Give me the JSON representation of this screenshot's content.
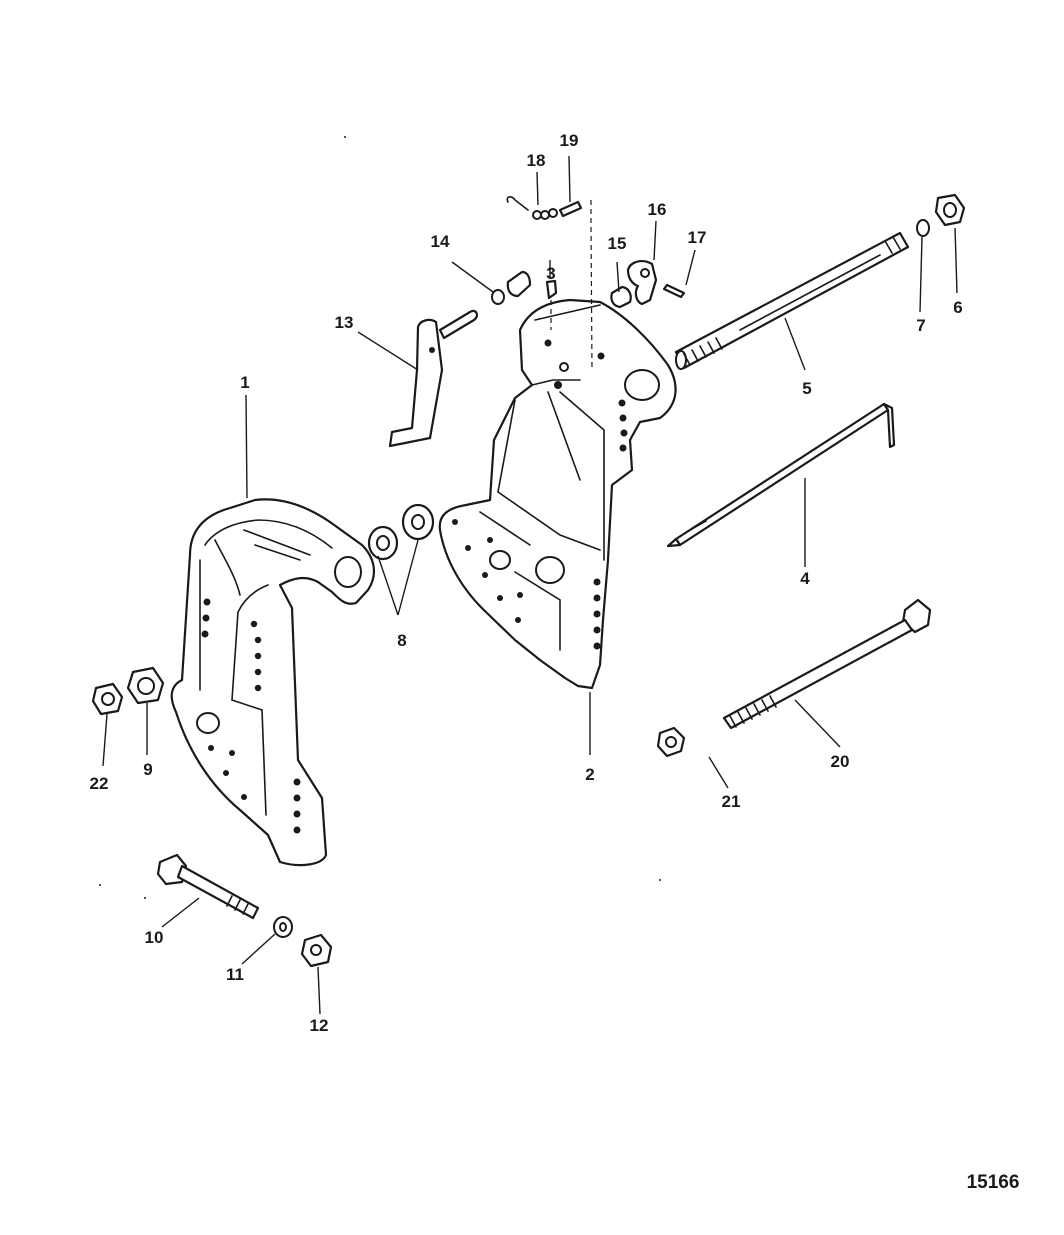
{
  "diagram": {
    "drawing_number": "15166",
    "callouts": [
      "1",
      "2",
      "3",
      "4",
      "5",
      "6",
      "7",
      "8",
      "9",
      "10",
      "11",
      "12",
      "13",
      "14",
      "15",
      "16",
      "17",
      "18",
      "19",
      "20",
      "21",
      "22"
    ]
  }
}
